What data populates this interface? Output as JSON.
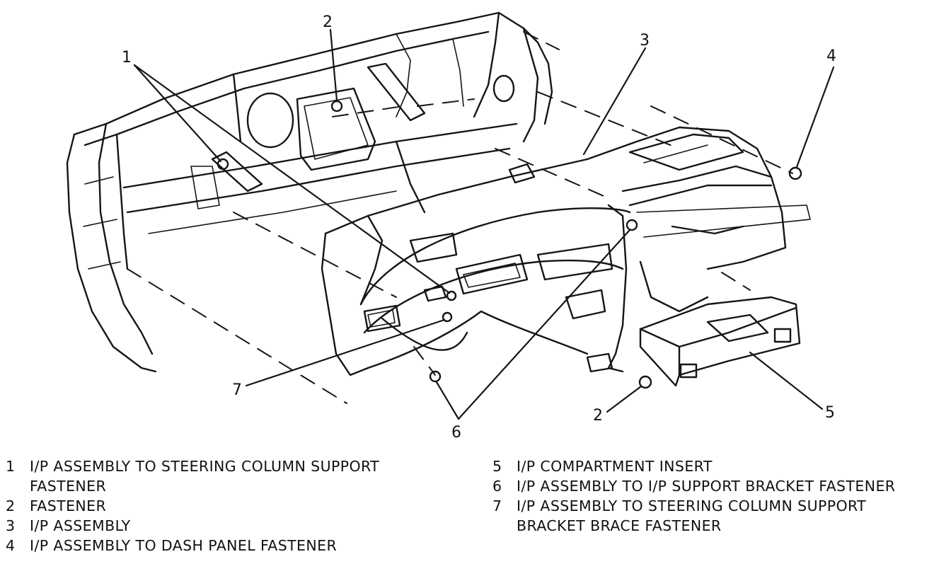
{
  "callouts": [
    {
      "label": "1"
    },
    {
      "label": "2"
    },
    {
      "label": "3"
    },
    {
      "label": "4"
    },
    {
      "label": "2"
    },
    {
      "label": "5"
    },
    {
      "label": "6"
    },
    {
      "label": "7"
    }
  ],
  "legend": {
    "left": [
      {
        "num": "1",
        "text": "I/P ASSEMBLY TO STEERING COLUMN SUPPORT\nFASTENER"
      },
      {
        "num": "2",
        "text": "FASTENER"
      },
      {
        "num": "3",
        "text": "I/P ASSEMBLY"
      },
      {
        "num": "4",
        "text": "I/P ASSEMBLY TO DASH PANEL FASTENER"
      }
    ],
    "right": [
      {
        "num": "5",
        "text": "I/P COMPARTMENT INSERT"
      },
      {
        "num": "6",
        "text": "I/P ASSEMBLY TO I/P SUPPORT BRACKET FASTENER"
      },
      {
        "num": "7",
        "text": "I/P ASSEMBLY TO STEERING COLUMN SUPPORT\nBRACKET BRACE FASTENER"
      }
    ]
  }
}
